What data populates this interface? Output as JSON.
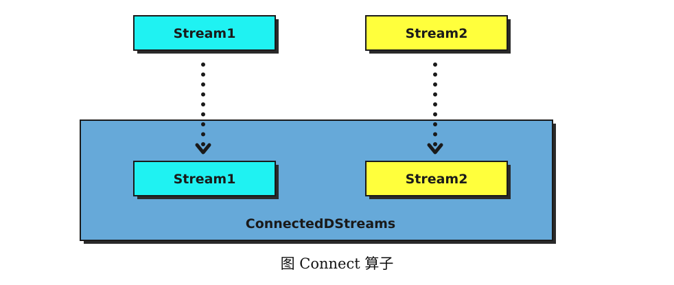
{
  "diagram": {
    "top_boxes": [
      {
        "label": "Stream1",
        "fill": "#1ff2f2"
      },
      {
        "label": "Stream2",
        "fill": "#ffff3c"
      }
    ],
    "container": {
      "label": "ConnectedDStreams",
      "fill": "#66a9d9",
      "boxes": [
        {
          "label": "Stream1",
          "fill": "#1ff2f2"
        },
        {
          "label": "Stream2",
          "fill": "#ffff3c"
        }
      ]
    },
    "border_color": "#1a1a1a",
    "arrow_color": "#1a1a1a"
  },
  "caption": "图 Connect 算子"
}
